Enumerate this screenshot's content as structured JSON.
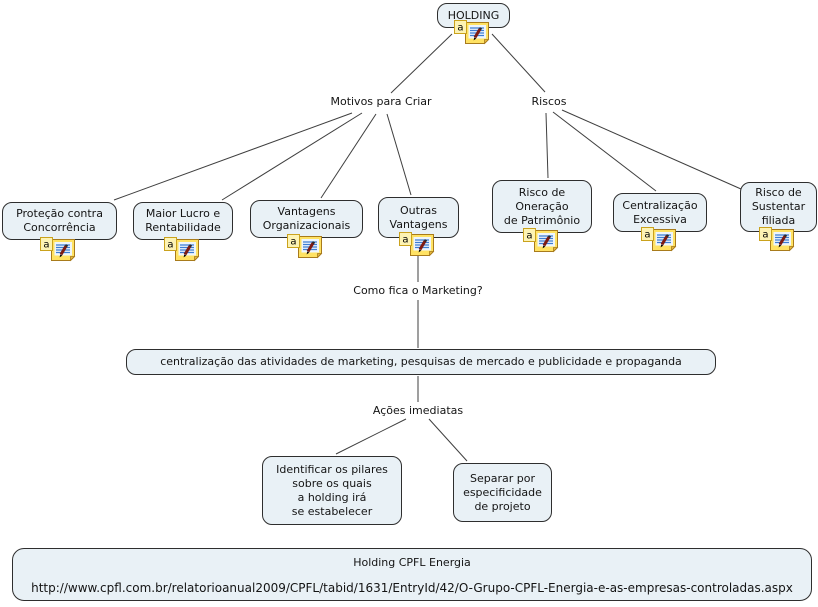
{
  "diagram": {
    "root": "HOLDING",
    "links": {
      "motivos": "Motivos para Criar",
      "riscos": "Riscos",
      "marketing": "Como fica o Marketing?",
      "acoes": "Ações imediatas"
    },
    "concepts": {
      "protecao": "Proteção contra\nConcorrência",
      "maior_lucro": "Maior Lucro e\nRentabilidade",
      "vantagens_org": "Vantagens\nOrganizacionais",
      "outras_vantagens": "Outras\nVantagens",
      "risco_oneracao": "Risco de\nOneração\nde Patrimônio",
      "centralizacao": "Centralização\nExcessiva",
      "risco_sustentar": "Risco de\nSustentar\nfiliada",
      "marketing_resposta": "centralização das atividades de marketing, pesquisas de mercado e publicidade e propaganda",
      "identificar": "Identificar os pilares\nsobre os quais\na holding irá\nse estabelecer",
      "separar": "Separar por\nespecificidade\nde projeto"
    },
    "footer": {
      "title": "Holding CPFL Energia",
      "url": "http://www.cpfl.com.br/relatorioanual2009/CPFL/tabid/1631/EntryId/42/O-Grupo-CPFL-Energia-e-as-empresas-controladas.aspx"
    },
    "icon": {
      "name": "annotation-resource-icon",
      "letter": "a"
    },
    "colors": {
      "node_fill": "#e9f1f6",
      "node_border": "#2e2e2e",
      "connector": "#3f3f3f",
      "icon_yellow": "#ffe263",
      "icon_line_blue": "#3d7dd2"
    }
  }
}
